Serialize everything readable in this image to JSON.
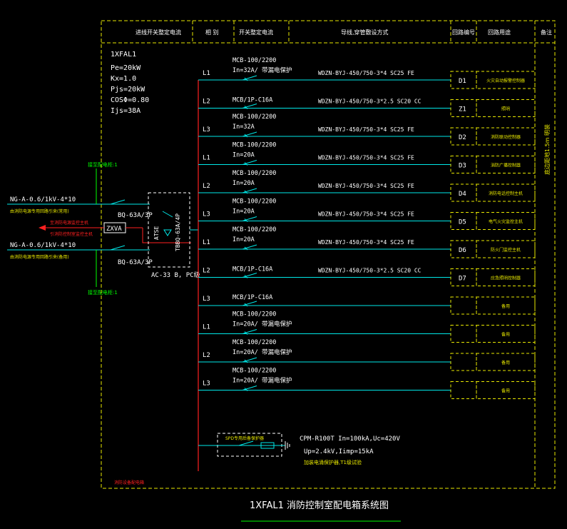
{
  "colors": {
    "background": "#000000",
    "frame": "#e8e800",
    "main_text": "#ffffff",
    "bus": "#ff2020",
    "feeder": "#00e8e8",
    "green": "#00ff00",
    "red": "#ff2020"
  },
  "header": {
    "col1": "进线开关整定电流",
    "col2": "相 别",
    "col3": "开关整定电流",
    "col4": "导线,穿管敷设方式",
    "col5": "回路编号",
    "col6": "回路用途",
    "col7": "备注"
  },
  "panel": {
    "name": "1XFAL1",
    "pe": "Pe=20kW",
    "kx": "Kx=1.0",
    "pjs": "Pjs=20kW",
    "cos": "COSΦ=0.80",
    "ijs": "Ijs=38A"
  },
  "incoming": {
    "cable1": "NG-A-0.6/1kV-4*10",
    "note1": "由消防电源专用回路引来(常用)",
    "cable2": "NG-A-0.6/1kV-4*10",
    "note2": "由消防电源专用回路引来(备用)",
    "breaker1": "BQ-63A/3P",
    "breaker2": "BQ-63A/3P",
    "zxva": "ZXVA",
    "signal_note1": "至消防电源监控主机",
    "signal_note2": "引消防控制室监控主机",
    "ats_label": "ATSE",
    "ats_model": "TBBQ-63A/4P",
    "ac_label": "AC-33 B, PC级",
    "top_note": "接至配电柜:1",
    "bottom_note": "接至配电柜:1"
  },
  "circuits": [
    {
      "phase": "L1",
      "breaker": "MCB-100/2200",
      "setting": "In=32A/ 带漏电保护",
      "cable": "WDZN-BYJ-450/750-3*4  SC25 FE",
      "id": "D1",
      "use": "火灾自动报警控制器"
    },
    {
      "phase": "L2",
      "breaker": "MCB/1P-C16A",
      "setting": "",
      "cable": "WDZN-BYJ-450/750-3*2.5  SC20 CC",
      "id": "Z1",
      "use": "照明"
    },
    {
      "phase": "L3",
      "breaker": "MCB-100/2200",
      "setting": "In=32A",
      "cable": "WDZN-BYJ-450/750-3*4  SC25 FE",
      "id": "D2",
      "use": "消防联动控制器"
    },
    {
      "phase": "L1",
      "breaker": "MCB-100/2200",
      "setting": "In=20A",
      "cable": "WDZN-BYJ-450/750-3*4  SC25 FE",
      "id": "D3",
      "use": "消防广播控制器"
    },
    {
      "phase": "L2",
      "breaker": "MCB-100/2200",
      "setting": "In=20A",
      "cable": "WDZN-BYJ-450/750-3*4  SC25 FE",
      "id": "D4",
      "use": "消防电话控制主机"
    },
    {
      "phase": "L3",
      "breaker": "MCB-100/2200",
      "setting": "In=20A",
      "cable": "WDZN-BYJ-450/750-3*4  SC25 FE",
      "id": "D5",
      "use": "电气火灾监控主机"
    },
    {
      "phase": "L1",
      "breaker": "MCB-100/2200",
      "setting": "In=20A",
      "cable": "WDZN-BYJ-450/750-3*4  SC25 FE",
      "id": "D6",
      "use": "防火门监控主机"
    },
    {
      "phase": "L2",
      "breaker": "MCB/1P-C16A",
      "setting": "",
      "cable": "WDZN-BYJ-450/750-3*2.5  SC20 CC",
      "id": "D7",
      "use": "应急照明控制器"
    },
    {
      "phase": "L3",
      "breaker": "MCB/1P-C16A",
      "setting": "",
      "cable": "",
      "id": "",
      "use": "备用"
    },
    {
      "phase": "L1",
      "breaker": "MCB-100/2200",
      "setting": "In=20A/ 带漏电保护",
      "cable": "",
      "id": "",
      "use": "备用"
    },
    {
      "phase": "L2",
      "breaker": "MCB-100/2200",
      "setting": "In=20A/ 带漏电保护",
      "cable": "",
      "id": "",
      "use": "备用"
    },
    {
      "phase": "L3",
      "breaker": "MCB-100/2200",
      "setting": "In=20A/ 带漏电保护",
      "cable": "",
      "id": "",
      "use": "备用"
    }
  ],
  "spd": {
    "box_label": "SPD专用后备保护器",
    "line1": "CPM-R100T  In=100kA,Uc=420V",
    "line2": "Up=2.4kV,Iimp=15kA",
    "line3": "加装电涌保护器,T1级试验"
  },
  "remark": "底边距地1.5m 明装",
  "footnote": "消防设备配电箱",
  "title": "1XFAL1    消防控制室配电箱系统图"
}
